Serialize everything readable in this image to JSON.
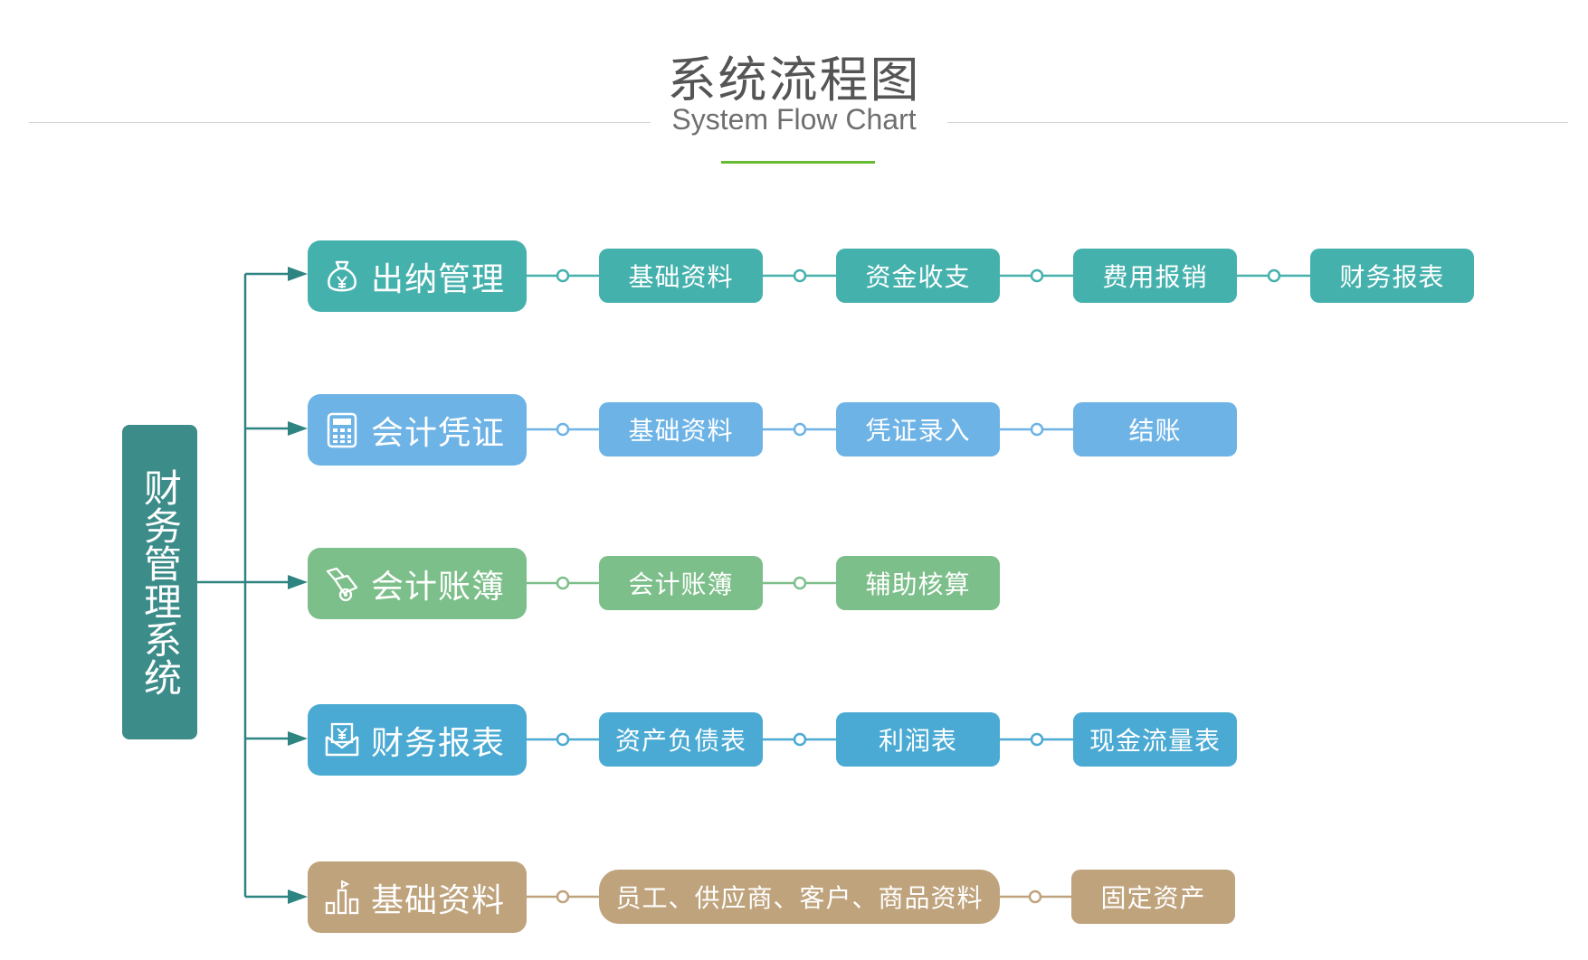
{
  "header": {
    "title": "系统流程图",
    "subtitle": "System Flow Chart"
  },
  "root": {
    "label": "财务管理系统"
  },
  "modules": [
    {
      "label": "出纳管理",
      "icon": "money-bag-icon",
      "color": "#45b1ad",
      "steps": [
        "基础资料",
        "资金收支",
        "费用报销",
        "财务报表"
      ]
    },
    {
      "label": "会计凭证",
      "icon": "calculator-icon",
      "color": "#6db3e6",
      "steps": [
        "基础资料",
        "凭证录入",
        "结账"
      ]
    },
    {
      "label": "会计账簿",
      "icon": "ledger-icon",
      "color": "#7dbf8a",
      "steps": [
        "会计账簿",
        "辅助核算"
      ]
    },
    {
      "label": "财务报表",
      "icon": "report-icon",
      "color": "#4aaad3",
      "steps": [
        "资产负债表",
        "利润表",
        "现金流量表"
      ]
    },
    {
      "label": "基础资料",
      "icon": "bar-chart-icon",
      "color": "#bfa37d",
      "steps": [
        "员工、供应商、客户、商品资料",
        "固定资产"
      ]
    }
  ],
  "colors": {
    "connector": "#2e8480",
    "title": "#555555",
    "accent": "#66bb33"
  }
}
